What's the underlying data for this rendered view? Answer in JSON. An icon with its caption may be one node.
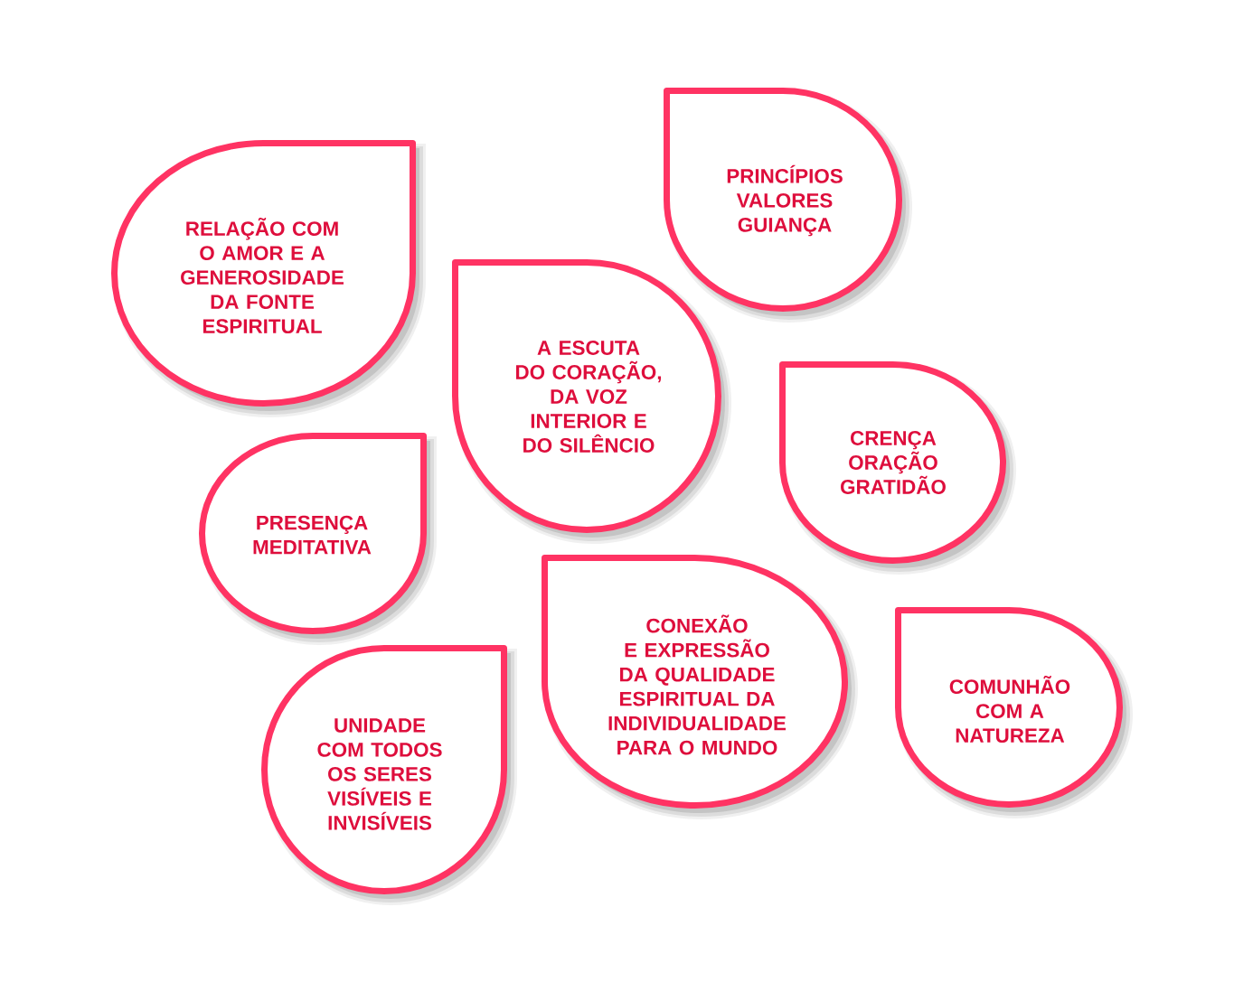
{
  "diagram": {
    "nodes": [
      {
        "text": [
          "RELAÇÃO COM O AMOR E A GENEROSIDADE DA FONTE ESPIRITUAL"
        ]
      },
      {
        "text": [
          "PRINCÍPIOS VALORES GUIANÇA"
        ]
      },
      {
        "text": [
          "A ESCUTA DO CORAÇÃO, DA VOZ INTERIOR E DO SILÊNCIO"
        ]
      },
      {
        "text": [
          "PRESENÇA MEDITATIVA"
        ]
      },
      {
        "text": [
          "CRENÇA ORAÇÃO GRATIDÃO"
        ]
      },
      {
        "text": [
          "UNIDADE COM TODOS OS SERES VISÍVEIS E INVISÍVEIS"
        ]
      },
      {
        "text": [
          "CONEXÃO E EXPRESSÃO DA QUALIDADE ESPIRITUAL DA INDIVIDUALIDADE PARA O MUNDO"
        ]
      },
      {
        "text": [
          "COMUNHÃO COM A NATUREZA"
        ]
      }
    ]
  }
}
